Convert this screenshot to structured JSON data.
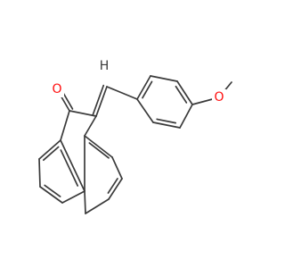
{
  "molecule": {
    "atoms": [
      {
        "element": "O",
        "label": "O",
        "color": "#ff0d0d"
      },
      {
        "element": "H",
        "label": "H",
        "color": "#3a3a3a"
      },
      {
        "element": "O",
        "label": "O",
        "color": "#ff0d0d"
      }
    ],
    "bond_color": "#3a3a3a",
    "background": "#ffffff"
  }
}
